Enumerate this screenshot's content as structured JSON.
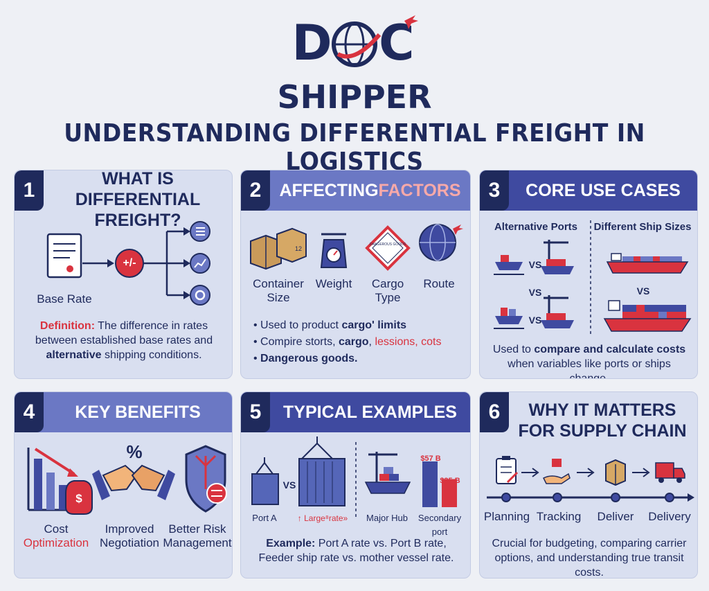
{
  "brand": {
    "line1": "DOC",
    "line2": "SHIPPER",
    "navy": "#1f2a5c",
    "red": "#d9333f"
  },
  "title": "UNDERSTANDING DIFFERENTIAL FREIGHT IN LOGISTICS",
  "cards": {
    "c1": {
      "num": "1",
      "title": "WHAT IS DIFFERENTIAL FREIGHT?",
      "base_rate": "Base Rate",
      "operator": "+/-",
      "definition_label": "Definition:",
      "definition_a": " The difference in rates between established base rates and ",
      "definition_b": "alternative",
      "definition_c": " shipping conditions."
    },
    "c2": {
      "num": "2",
      "title_a": "AFFECTING ",
      "title_b": "FACTORS",
      "factors": [
        "Container Size",
        "Weight",
        "Cargo Type",
        "Route"
      ],
      "hazard_text": "DANGEROUS GOODS",
      "box_label": "12",
      "b1a": "Used to product ",
      "b1b": "cargo",
      "b1c": "' limits",
      "b2a": "Compire storts, ",
      "b2b": "cargo",
      "b2c": ", ",
      "b2d": "lessions, cots",
      "b3": "Dangerous goods."
    },
    "c3": {
      "num": "3",
      "title": "CORE USE CASES",
      "col_a": "Alternative Ports",
      "col_b": "Different Ship Sizes",
      "vs": "VS",
      "desc_a": "Used to ",
      "desc_b": "compare and calculate costs",
      "desc_c": " when variables like ports or ships change."
    },
    "c4": {
      "num": "4",
      "title": "KEY BENEFITS",
      "b1a": "Cost",
      "b1b": "Optimization",
      "b2a": "Improved",
      "b2b": "Negotiation",
      "b3a": "Better Risk",
      "b3b": "Management",
      "percent": "%",
      "dollar": "$"
    },
    "c5": {
      "num": "5",
      "title": "TYPICAL EXAMPLES",
      "port_a": "Port A",
      "vs": "VS",
      "large_rate": "↑ Large⁸rate»",
      "major_hub": "Major Hub",
      "secondary_port": "Secondary port",
      "val_high": "$57 B",
      "val_low": "$35 B",
      "ex_label": "Example:",
      "ex_a": " Port A rate vs. Port B rate,",
      "ex_b": "Feeder ship rate vs. mother vessel rate."
    },
    "c6": {
      "num": "6",
      "title": "WHY IT MATTERS FOR SUPPLY CHAIN",
      "steps": [
        "Planning",
        "Tracking",
        "Deliver",
        "Delivery"
      ],
      "desc": "Crucial for budgeting, comparing carrier options, and understanding true transit costs."
    }
  }
}
